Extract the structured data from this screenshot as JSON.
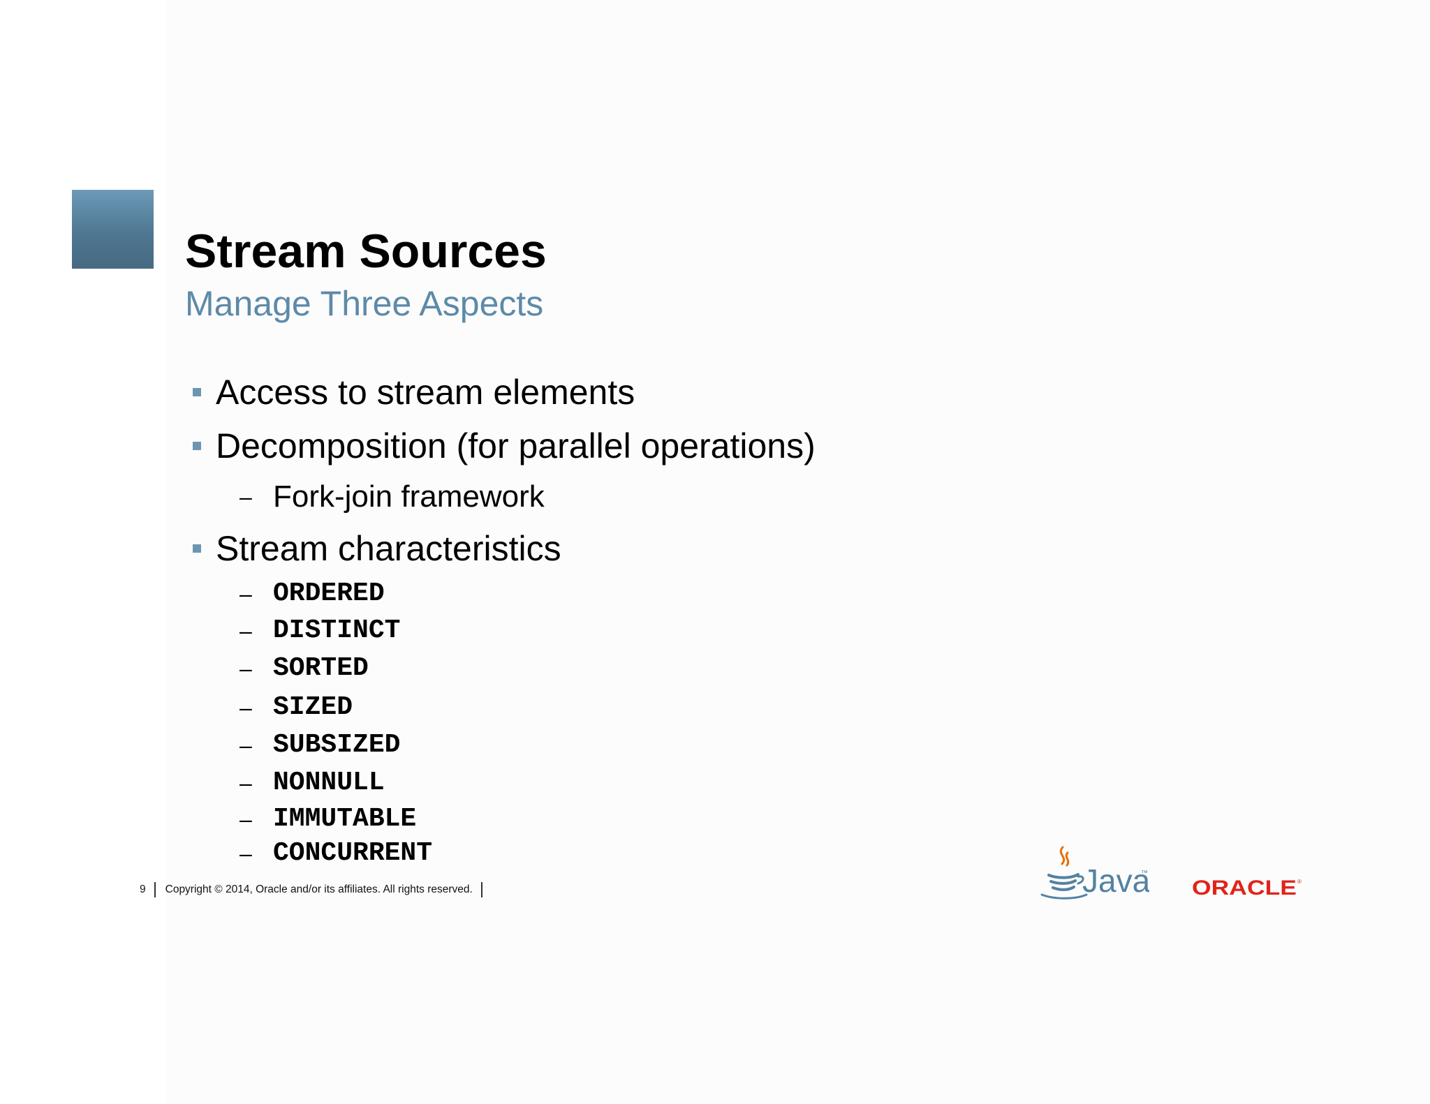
{
  "slide": {
    "title": "Stream Sources",
    "subtitle": "Manage Three Aspects",
    "bullets": [
      {
        "text": "Access to stream elements"
      },
      {
        "text": "Decomposition (for parallel operations)",
        "sub": [
          "Fork-join framework"
        ]
      },
      {
        "text": "Stream characteristics",
        "sub": [
          "ORDERED",
          "DISTINCT",
          "SORTED",
          "SIZED",
          "SUBSIZED",
          "NONNULL",
          "IMMUTABLE",
          "CONCURRENT"
        ]
      }
    ],
    "dash": "–"
  },
  "footer": {
    "page_number": "9",
    "copyright": "Copyright © 2014, Oracle and/or its affiliates. All rights reserved."
  },
  "logos": {
    "java": "Java",
    "java_tm": "™",
    "oracle": "ORACLE",
    "oracle_mark": "®"
  },
  "colors": {
    "accent_blue": "#5d8aa8",
    "bullet_blue": "#6d95b1",
    "oracle_red": "#e2231a",
    "java_blue": "#5382a1",
    "java_orange": "#e76f00"
  },
  "icons": {
    "title_marker": "gradient-square",
    "bullet": "small-square",
    "java_logo": "java-cup-logo"
  }
}
